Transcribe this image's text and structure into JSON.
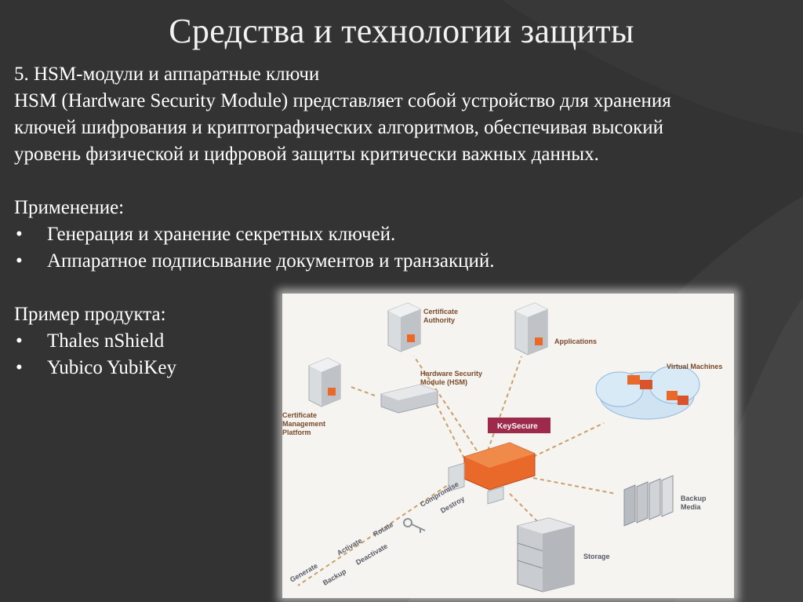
{
  "title": "Средства и технологии защиты",
  "section": {
    "heading": "5. HSM-модули и аппаратные ключи",
    "description_lines": [
      "HSM (Hardware Security Module) представляет собой устройство для хранения",
      "ключей шифрования и криптографических алгоритмов, обеспечивая высокий",
      "уровень физической и цифровой защиты критически важных данных."
    ]
  },
  "usage": {
    "heading": "Применение:",
    "items": [
      "Генерация и хранение секретных ключей.",
      "Аппаратное подписывание документов и транзакций."
    ]
  },
  "examples": {
    "heading": "Пример продукта:",
    "items": [
      "Thales nShield",
      "Yubico YubiKey"
    ]
  },
  "bullet_symbol": "•",
  "diagram": {
    "center": "KeySecure",
    "nodes": {
      "ca": [
        "Certificate",
        "Authority"
      ],
      "apps": "Applications",
      "hsm": [
        "Hardware Security",
        "Module (HSM)"
      ],
      "vms": "Virtual Machines",
      "cmp": [
        "Certificate",
        "Management",
        "Platform"
      ],
      "backup": [
        "Backup",
        "Media"
      ],
      "storage": "Storage"
    },
    "lifecycle": [
      "Generate",
      "Backup",
      "Activate",
      "Deactivate",
      "Rotate",
      "Compromise",
      "Destroy"
    ]
  },
  "colors": {
    "accent": "#e8692a",
    "center_box": "#9e2a4b",
    "background": "#333333"
  }
}
